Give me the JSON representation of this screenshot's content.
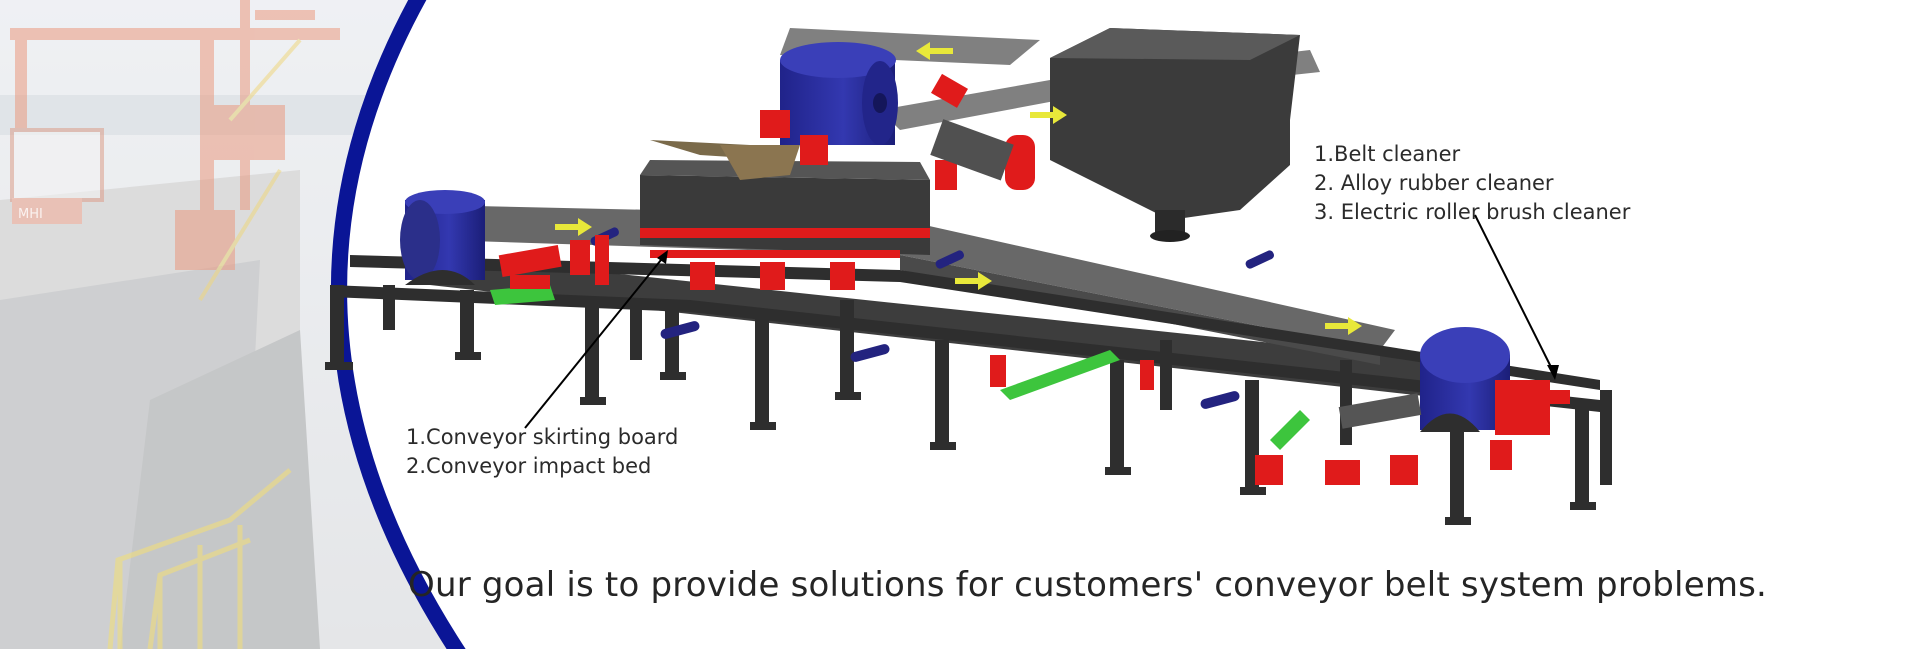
{
  "callouts": {
    "cleaners": [
      "1.Belt cleaner",
      "2. Alloy rubber cleaner",
      "3. Electric roller brush cleaner"
    ],
    "skirting": [
      "1.Conveyor skirting board",
      "2.Conveyor impact bed"
    ]
  },
  "tagline": "Our goal is to provide solutions for customers' conveyor belt system problems.",
  "colors": {
    "arc": "#0a1596",
    "frame": "#2e2e2e",
    "belt": "#595959",
    "drum": "#2b2fa0",
    "bracket_red": "#e01b1b",
    "pad_green": "#3dc53d",
    "arrow_yellow": "#e8e83a"
  },
  "logo_text": "MHI"
}
